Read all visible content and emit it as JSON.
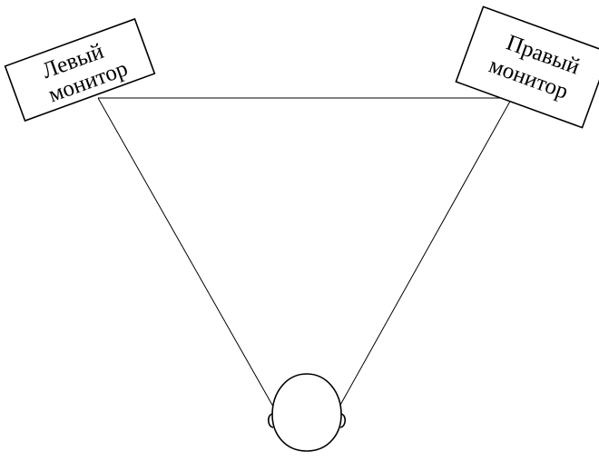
{
  "diagram": {
    "left_monitor": {
      "line1": "Левый",
      "line2": "монитор"
    },
    "right_monitor": {
      "line1": "Правый",
      "line2": "монитор"
    },
    "colors": {
      "stroke": "#000000",
      "background": "#ffffff"
    }
  }
}
